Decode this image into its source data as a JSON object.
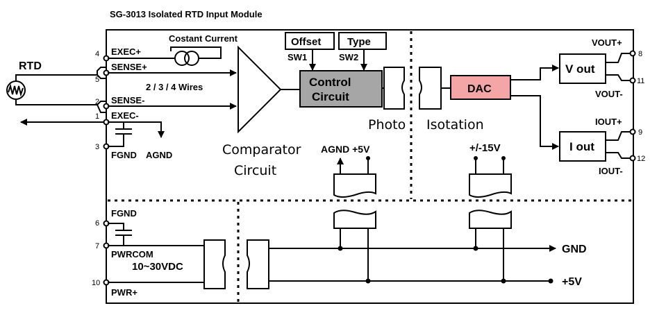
{
  "title": "SG-3013   Isolated RTD Input Module",
  "labels": {
    "rtd": "RTD",
    "constant_current": "Costant Current",
    "offset": "Offset",
    "type": "Type",
    "sw1": "SW1",
    "sw2": "SW2",
    "control_circuit_line1": "Control",
    "control_circuit_line2": "Circuit",
    "dac": "DAC",
    "vout": "V out",
    "iout": "I out",
    "wires": "2 / 3 / 4 Wires",
    "photo": "Photo",
    "isolation": "Isotation",
    "comparator_line1": "Comparator",
    "comparator_line2": "Circuit",
    "agnd_5v": "AGND +5V",
    "pm15v": "+/-15V",
    "range": "10~30VDC",
    "gnd": "GND",
    "plus5v": "+5V"
  },
  "terminals": {
    "exec_plus": "EXEC+",
    "sense_plus": "SENSE+",
    "sense_minus": "SENSE-",
    "exec_minus": "EXEC-",
    "fgnd": "FGND",
    "agnd": "AGND",
    "fgnd2": "FGND",
    "pwrcom": "PWRCOM",
    "pwr_plus": "PWR+",
    "vout_plus": "VOUT+",
    "vout_minus": "VOUT-",
    "iout_plus": "IOUT+",
    "iout_minus": "IOUT-"
  },
  "pins": {
    "p4": "4",
    "p5": "5",
    "p2": "2",
    "p1": "1",
    "p3": "3",
    "p6": "6",
    "p7": "7",
    "p10": "10",
    "p8": "8",
    "p11": "11",
    "p9": "9",
    "p12": "12"
  },
  "colors": {
    "control_fill": "#a6a6a6",
    "dac_fill": "#f4a6a6",
    "line": "#000000"
  }
}
